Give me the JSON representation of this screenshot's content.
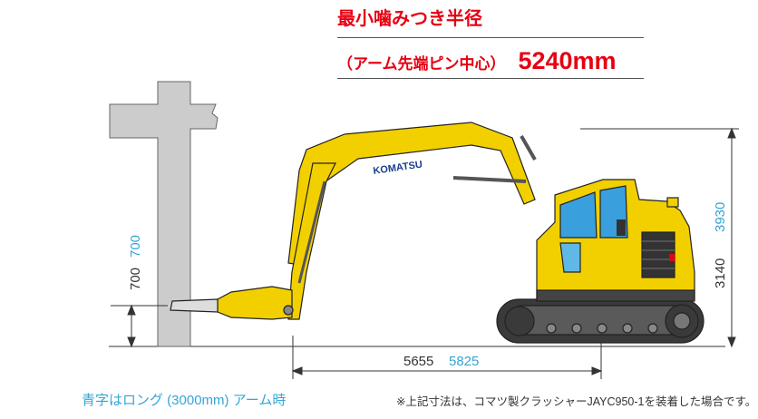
{
  "title": {
    "line1": "最小噛みつき半径",
    "line2_sub": "（アーム先端ピン中心）",
    "line2_value": "5240mm"
  },
  "brand": "KOMATSU",
  "dims": {
    "height_left_std": "700",
    "height_left_long": "700",
    "horizontal_std": "5655",
    "horizontal_long": "5825",
    "height_right_std": "3140",
    "height_right_long": "3930"
  },
  "footer": {
    "left": "青字はロング (3000mm) アーム時",
    "right": "※上記寸法は、コマツ製クラッシャーJAYC950-1を装着した場合です。"
  },
  "colors": {
    "red": "#e60012",
    "blue": "#33a5d6",
    "yellow": "#f2d000",
    "wall": "#cccccc"
  }
}
